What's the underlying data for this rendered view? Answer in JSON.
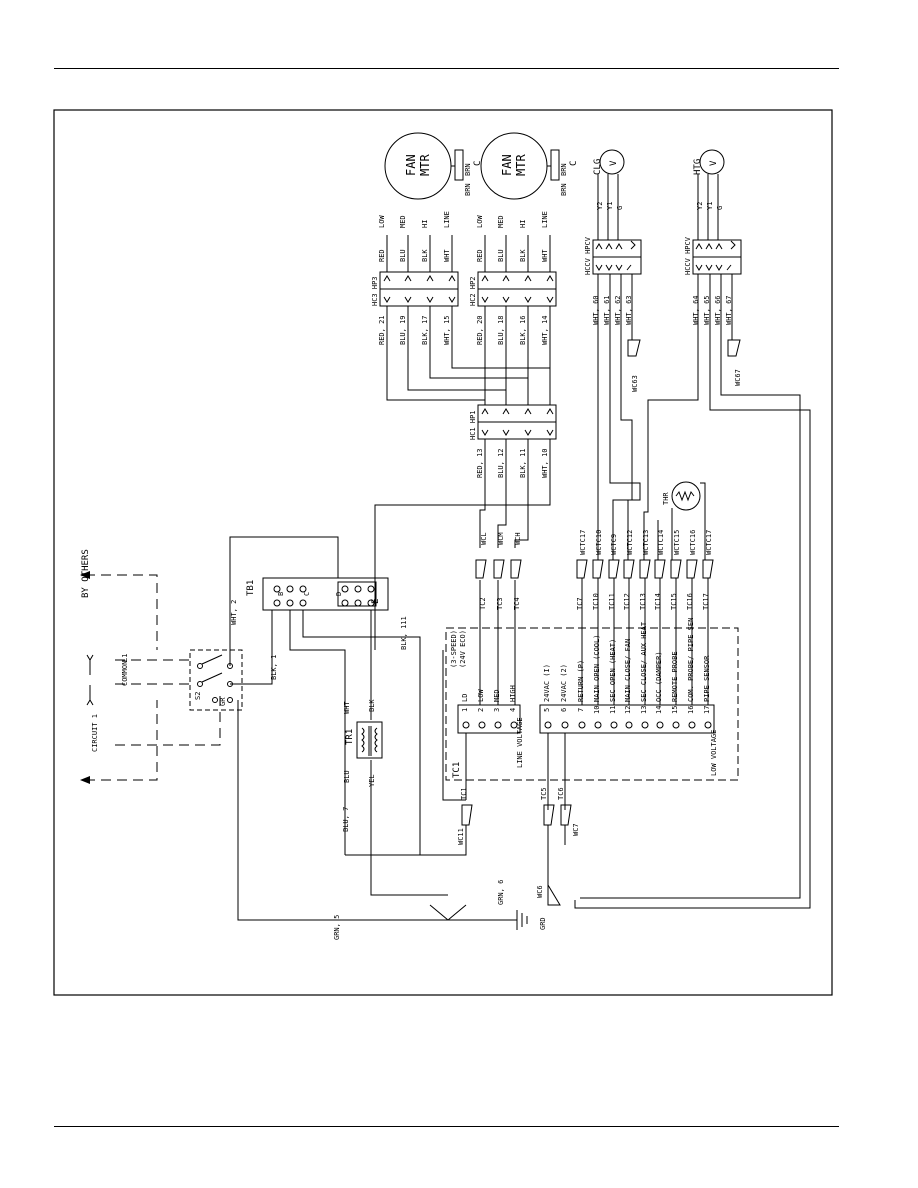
{
  "motors": [
    {
      "line1": "FAN",
      "line2": "MTR",
      "cap1": "BRN",
      "cap2": "BRN",
      "cap_label": "C"
    },
    {
      "line1": "FAN",
      "line2": "MTR",
      "cap1": "BRN",
      "cap2": "BRN",
      "cap_label": "C"
    }
  ],
  "motor_taps": [
    "LOW",
    "MED",
    "HI",
    "LINE"
  ],
  "tap_colors": [
    "RED",
    "BLU",
    "BLK",
    "WHT"
  ],
  "blocks": {
    "hp3": "HC3 HP3",
    "hp2": "HC2 HP2",
    "hp1": "HC1 HP1",
    "hcv_clg": "HCCV HPCV",
    "hcv_htg": "HCCV HPCV"
  },
  "hp3_wires": [
    "RED, 21",
    "BLU, 19",
    "BLK, 17",
    "WHT, 15"
  ],
  "hp2_wires": [
    "RED, 20",
    "BLU, 18",
    "BLK, 16",
    "WHT, 14"
  ],
  "hp1_wires": [
    "RED, 13",
    "BLU, 12",
    "BLK, 11",
    "WHT, 10"
  ],
  "valves": [
    {
      "name": "CLG",
      "symbol": "V",
      "wires": [
        "Y2",
        "Y1",
        "G"
      ],
      "plug": [
        "WHT, 60",
        "WHT, 61",
        "WHT, 62",
        "WHT, 63"
      ],
      "conn": "WC63"
    },
    {
      "name": "HTG",
      "symbol": "V",
      "wires": [
        "Y2",
        "Y1",
        "G"
      ],
      "plug": [
        "WHT, 64",
        "WHT, 65",
        "WHT, 66",
        "WHT, 67"
      ],
      "conn": "WC67"
    }
  ],
  "thr": "THR",
  "by_others": "BY OTHERS",
  "common": "COMMON",
  "l1": "L1",
  "circuit": "CIRCUIT 1",
  "s2": "S2",
  "gr": "GR",
  "tb1": "TB1",
  "tb1_terms": [
    "B",
    "C",
    "D",
    "E"
  ],
  "wht2": "WHT, 2",
  "blk1": "BLK, 1",
  "blk111": "BLK, 111",
  "tr1": "TR1",
  "tr1_wires": [
    "WHT",
    "BLK",
    "BLU",
    "YEL"
  ],
  "blu7": "BLU, 7",
  "grn5": "GRN, 5",
  "grn6": "GRN, 6",
  "grd": "GRD",
  "wc6": "WC6",
  "wc11": "WC11",
  "wc7": "WC7",
  "tc1": "TC1",
  "tc1_title": [
    "(3-SPEED)",
    "(24V ECO)"
  ],
  "line_voltage": "LINE VOLTAGE",
  "low_voltage": "LOW VOLTAGE",
  "line_terms": [
    {
      "num": "1",
      "label": "LD"
    },
    {
      "num": "2",
      "label": "LOW"
    },
    {
      "num": "3",
      "label": "MED"
    },
    {
      "num": "4",
      "label": "HIGH"
    }
  ],
  "low_terms": [
    {
      "num": "5",
      "label": "24VAC (I)"
    },
    {
      "num": "6",
      "label": "24VAC (2)"
    },
    {
      "num": "7",
      "label": "RETURN (P)"
    },
    {
      "num": "10",
      "label": "MAIN OPEN (COOL)"
    },
    {
      "num": "11",
      "label": "SEC OPEN (HEAT)"
    },
    {
      "num": "12",
      "label": "MAIN CLOSE/ FAN"
    },
    {
      "num": "13",
      "label": "SEC CLOSE/ AUX HEAT"
    },
    {
      "num": "14",
      "label": "OCC (DAMPER)"
    },
    {
      "num": "15",
      "label": "REMOTE PROBE"
    },
    {
      "num": "16",
      "label": "COM. PROBE/ PIPE SEN"
    },
    {
      "num": "17",
      "label": "PIPE SENSOR"
    }
  ],
  "tc_codes": [
    "TC2",
    "TC3",
    "TC4",
    "TC7",
    "TC10",
    "TC11",
    "TC12",
    "TC13",
    "TC14",
    "TC15",
    "TC16",
    "TC17"
  ],
  "wc_codes": [
    "WCL",
    "WCM",
    "WCH",
    "WCTC17",
    "WCTC10",
    "WCTC9",
    "WCTC12",
    "WCTC13",
    "WCTC14",
    "WCTC15",
    "WCTC16",
    "WCTC17"
  ],
  "tc_left": [
    "TC1",
    "TC5",
    "TC6"
  ]
}
